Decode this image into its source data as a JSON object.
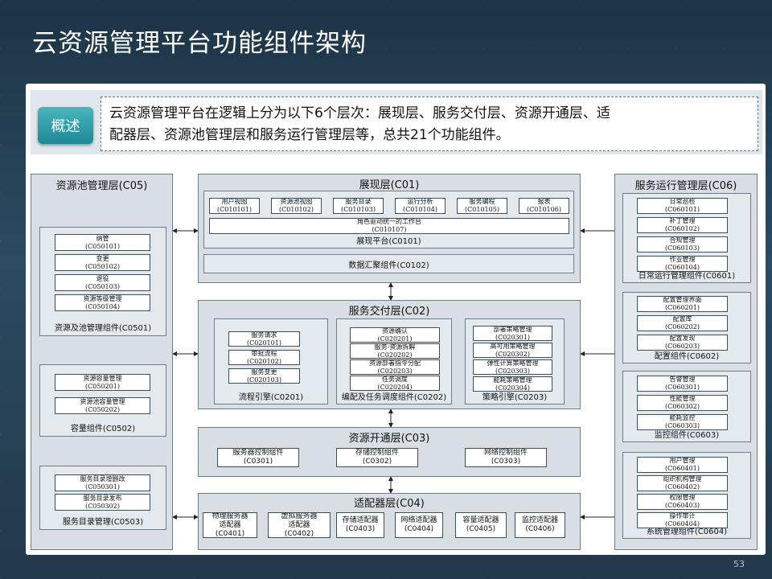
{
  "page_title": "云资源管理平台功能组件架构",
  "page_number": "53",
  "summary": {
    "badge": "概述",
    "line1": "云资源管理平台在逻辑上分为以下6个层次：展现层、服务交付层、资源开通层、适",
    "line2": "配器层、资源池管理层和服务运行管理层等，总共21个功能组件。"
  },
  "c05": {
    "title": "资源池管理层(C05)",
    "g1": {
      "label": "资源及池管理组件(C0501)",
      "items": [
        {
          "name": "纳管",
          "code": "(C050101)"
        },
        {
          "name": "变更",
          "code": "(C050102)"
        },
        {
          "name": "退役",
          "code": "(C050103)"
        },
        {
          "name": "资源等级管理",
          "code": "(C050104)"
        }
      ]
    },
    "g2": {
      "label": "容量组件(C0502)",
      "items": [
        {
          "name": "资源容量管理",
          "code": "(C050201)"
        },
        {
          "name": "资源池容量管理",
          "code": "(C050202)"
        }
      ]
    },
    "g3": {
      "label": "服务目录管理(C0503)",
      "items": [
        {
          "name": "服务目录增删改",
          "code": "(C050301)"
        },
        {
          "name": "服务目录发布",
          "code": "(C050302)"
        }
      ]
    }
  },
  "c01": {
    "title": "展现层(C01)",
    "platform_label": "展现平台(C0101)",
    "items": [
      {
        "name": "用户视图",
        "code": "(C010101)"
      },
      {
        "name": "资源池视图",
        "code": "(C010102)"
      },
      {
        "name": "服务目录",
        "code": "(C010103)"
      },
      {
        "name": "运行分析",
        "code": "(C010104)"
      },
      {
        "name": "服务编程",
        "code": "(C010105)"
      },
      {
        "name": "报表",
        "code": "(C010106)"
      }
    ],
    "wide_item": {
      "name": "角色驱动统一的工作台",
      "code": "(C010107)"
    },
    "bar": "数据汇聚组件(C0102)"
  },
  "c02": {
    "title": "服务交付层(C02)",
    "g1": {
      "label": "流程引擎(C0201)",
      "items": [
        {
          "name": "服务请求",
          "code": "(C020101)"
        },
        {
          "name": "审批流程",
          "code": "(C020102)"
        },
        {
          "name": "服务变更",
          "code": "(C020103)"
        }
      ]
    },
    "g2": {
      "label": "编配及任务调度组件(C0202)",
      "items": [
        {
          "name": "资源确认",
          "code": "(C020201)"
        },
        {
          "name": "服务-资源拆解",
          "code": "(C020202)"
        },
        {
          "name": "资源部署指令分配",
          "code": "(C020203)"
        },
        {
          "name": "任务调度",
          "code": "(C020204)"
        }
      ]
    },
    "g3": {
      "label": "策略引擎(C0203)",
      "items": [
        {
          "name": "部署策略管理",
          "code": "(C020301)"
        },
        {
          "name": "高可用策略管理",
          "code": "(C020302)"
        },
        {
          "name": "弹性计算策略管理",
          "code": "(C020303)"
        },
        {
          "name": "能耗策略管理",
          "code": "(C020304)"
        }
      ]
    }
  },
  "c03": {
    "title": "资源开通层(C03)",
    "items": [
      {
        "name": "服务器控制组件",
        "code": "(C0301)"
      },
      {
        "name": "存储控制组件",
        "code": "(C0302)"
      },
      {
        "name": "网络控制组件",
        "code": "(C0303)"
      }
    ]
  },
  "c04": {
    "title": "适配器层(C04)",
    "items": [
      {
        "name": "物理服务器",
        "name2": "适配器",
        "code": "(C0401)"
      },
      {
        "name": "虚拟服务器",
        "name2": "适配器",
        "code": "(C0402)"
      },
      {
        "name": "存储适配器",
        "name2": "",
        "code": "(C0403)"
      },
      {
        "name": "网络适配器",
        "name2": "",
        "code": "(C0404)"
      },
      {
        "name": "容量适配器",
        "name2": "",
        "code": "(C0405)"
      },
      {
        "name": "监控适配器",
        "name2": "",
        "code": "(C0406)"
      }
    ]
  },
  "c06": {
    "title": "服务运行管理层(C06)",
    "g1": {
      "label": "日常运行管理组件(C0601)",
      "items": [
        {
          "name": "日常巡检",
          "code": "(C060101)"
        },
        {
          "name": "补丁管理",
          "code": "(C060102)"
        },
        {
          "name": "合规管理",
          "code": "(C060103)"
        },
        {
          "name": "作业管理",
          "code": "(C060104)"
        }
      ]
    },
    "g2": {
      "label": "配置组件(C0602)",
      "items": [
        {
          "name": "配置管理界面",
          "code": "(C060201)"
        },
        {
          "name": "配置库",
          "code": "(C060202)"
        },
        {
          "name": "配置发现",
          "code": "(C060203)"
        }
      ]
    },
    "g3": {
      "label": "监控组件(C0603)",
      "items": [
        {
          "name": "告警管理",
          "code": "(C060301)"
        },
        {
          "name": "性能管理",
          "code": "(C060302)"
        },
        {
          "name": "能耗监控",
          "code": "(C060303)"
        }
      ]
    },
    "g4": {
      "label": "系统管理组件(C0604)",
      "items": [
        {
          "name": "用户管理",
          "code": "(C060401)"
        },
        {
          "name": "组织机构管理",
          "code": "(C060402)"
        },
        {
          "name": "权限管理",
          "code": "(C060403)"
        },
        {
          "name": "操作审计",
          "code": "(C060404)"
        }
      ]
    }
  }
}
